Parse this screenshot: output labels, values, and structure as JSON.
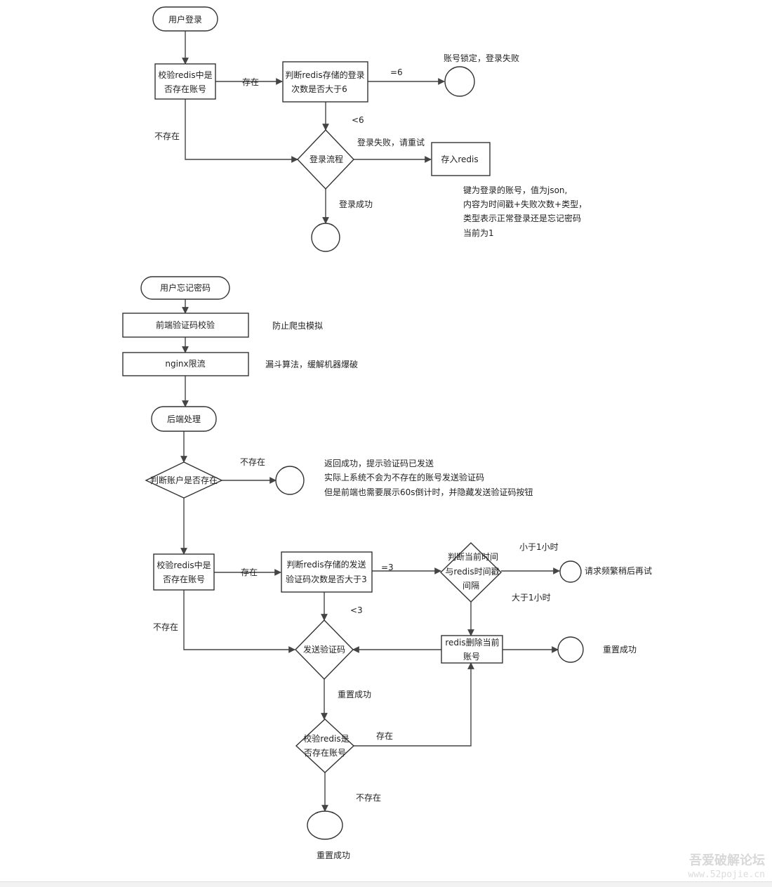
{
  "login": {
    "start": "用户登录",
    "check_account": [
      "校验redis中是",
      "否存在账号"
    ],
    "label_exists": "存在",
    "judge_count": [
      "判断redis存储的登录",
      "次数是否大于6"
    ],
    "label_eq6": "=6",
    "locked": "账号锁定，登录失败",
    "label_lt6": "<6",
    "label_not_exists": "不存在",
    "flow": "登录流程",
    "label_fail_retry": "登录失败，请重试",
    "store_redis": "存入redis",
    "note": [
      "键为登录的账号，值为json,",
      "内容为时间戳+失败次数+类型，",
      "类型表示正常登录还是忘记密码",
      "当前为1"
    ],
    "label_success": "登录成功"
  },
  "forgot": {
    "start": "用户忘记密码",
    "frontend_captcha": "前端验证码校验",
    "anti_crawler": "防止爬虫模拟",
    "nginx": "nginx限流",
    "leaky_bucket": "漏斗算法，缓解机器爆破",
    "backend": "后端处理",
    "judge_account": "判断账户是否存在",
    "label_not_exists_top": "不存在",
    "note": [
      "返回成功，提示验证码已发送",
      "实际上系统不会为不存在的账号发送验证码",
      "但是前端也需要展示60s倒计时，并隐藏发送验证码按钮"
    ],
    "check_account": [
      "校验redis中是",
      "否存在账号"
    ],
    "label_exists": "存在",
    "judge_count": [
      "判断redis存储的发送",
      "验证码次数是否大于3"
    ],
    "label_eq3": "=3",
    "judge_time": [
      "判断当前时间",
      "与redis时间戳",
      "间隔"
    ],
    "label_lt1h": "小于1小时",
    "too_frequent": "请求频繁稍后再试",
    "label_gt1h": "大于1小时",
    "label_lt3": "<3",
    "label_not_exists": "不存在",
    "send_code": "发送验证码",
    "delete_account": [
      "redis删除当前",
      "账号"
    ],
    "reset_success_right": "重置成功",
    "label_reset_success": "重置成功",
    "check_redis2": [
      "校验redis是",
      "否存在账号"
    ],
    "label_exists2": "存在",
    "label_not_exists2": "不存在",
    "reset_success_bottom": "重置成功"
  },
  "watermark": {
    "line1": "吾爱破解论坛",
    "line2": "www.52pojie.cn"
  }
}
